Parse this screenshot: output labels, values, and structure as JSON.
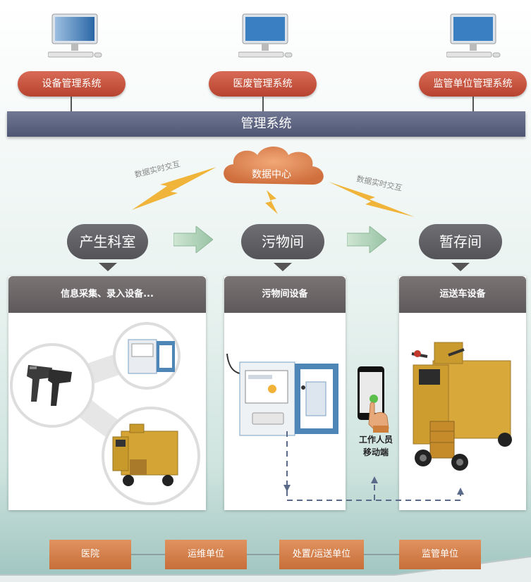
{
  "systems": [
    {
      "label": "设备管理系统"
    },
    {
      "label": "医废管理系统"
    },
    {
      "label": "监管单位管理系统"
    }
  ],
  "management_bar": "管理系统",
  "data_center": "数据中心",
  "realtime_left": "数据实时交互",
  "realtime_right": "数据实时交互",
  "stages": [
    {
      "label": "产生科室"
    },
    {
      "label": "污物间"
    },
    {
      "label": "暂存间"
    }
  ],
  "panels": [
    {
      "title": "信息采集、录入设备..."
    },
    {
      "title": "污物间设备"
    },
    {
      "title": "运送车设备"
    }
  ],
  "mobile": {
    "line1": "工作人员",
    "line2": "移动端"
  },
  "units": [
    {
      "label": "医院"
    },
    {
      "label": "运维单位"
    },
    {
      "label": "处置/运送单位"
    },
    {
      "label": "监管单位"
    }
  ],
  "colors": {
    "system_pill": "#c0503b",
    "management_bar": "#5b6380",
    "stage_pill": "#5f5f63",
    "unit_box": "#d27d48",
    "arrow_green": "#a9cdb3",
    "lightning": "#f0b43a",
    "cloud": "#e08a57"
  }
}
